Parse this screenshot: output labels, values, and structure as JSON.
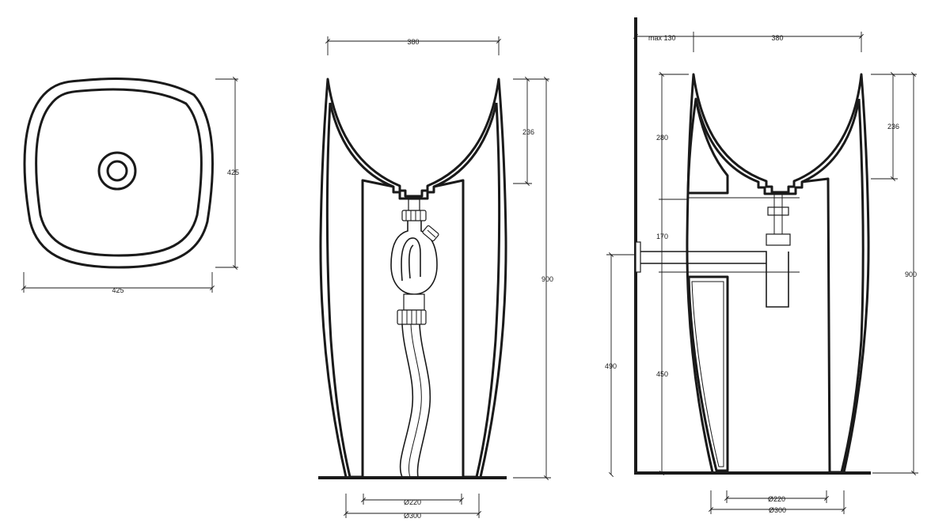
{
  "drawing": {
    "line_color": "#1a1a1a",
    "background": "#ffffff"
  },
  "top_view": {
    "width_label": "425",
    "depth_label": "425"
  },
  "front_view": {
    "top_width_label": "380",
    "bowl_depth_label": "236",
    "height_label": "900",
    "inner_base_label": "Ø220",
    "outer_base_label": "Ø300"
  },
  "side_view": {
    "wall_clearance_label": "max 130",
    "top_width_label": "380",
    "upper_opening_label": "280",
    "service_opening_label": "170",
    "lower_opening_label": "450",
    "wall_outlet_height_label": "490",
    "bowl_depth_label": "236",
    "height_label": "900",
    "inner_base_label": "Ø220",
    "outer_base_label": "Ø300"
  }
}
